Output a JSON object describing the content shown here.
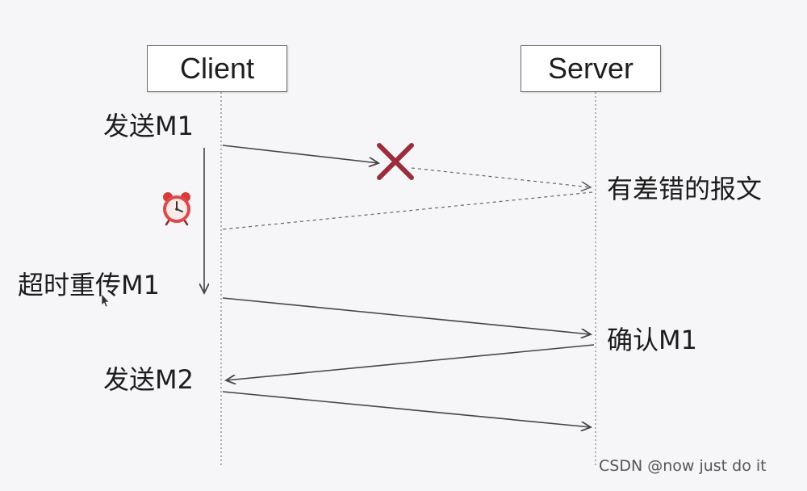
{
  "participants": {
    "client": "Client",
    "server": "Server"
  },
  "labels": {
    "send_m1": "发送M1",
    "timeout_retransmit": "超时重传M1",
    "send_m2": "发送M2",
    "error_message": "有差错的报文",
    "ack_m1": "确认M1"
  },
  "icons": {
    "lost_marker": "x-mark-icon",
    "timer": "alarm-clock-icon",
    "cursor": "mouse-pointer-icon"
  },
  "colors": {
    "lost_marker": "#9b2c3c",
    "clock_red": "#d83a3a",
    "arrow": "#444444"
  },
  "watermark": "CSDN @now just do it"
}
